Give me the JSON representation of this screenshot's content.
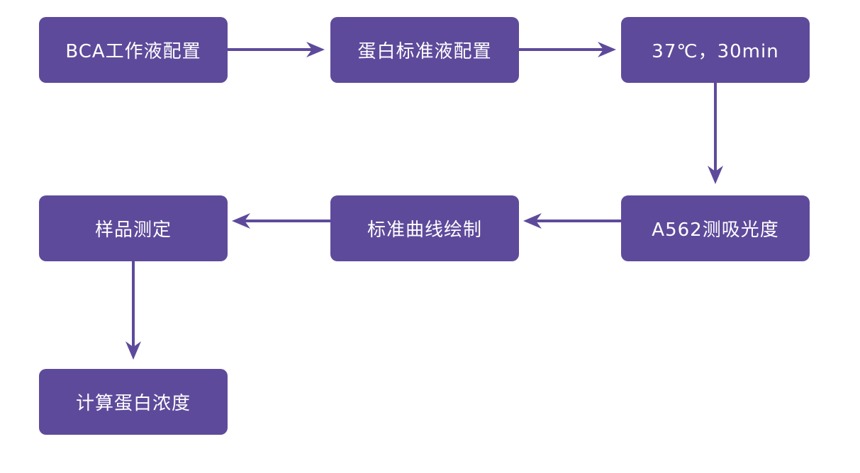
{
  "colors": {
    "box_fill": "#5e4a9b",
    "box_text": "#ffffff",
    "arrow": "#5e4a9b",
    "background": "#ffffff"
  },
  "nodes": [
    {
      "id": "n1",
      "label": "BCA工作液配置"
    },
    {
      "id": "n2",
      "label": "蛋白标准液配置"
    },
    {
      "id": "n3",
      "label": "37℃，30min"
    },
    {
      "id": "n4",
      "label": "A562测吸光度"
    },
    {
      "id": "n5",
      "label": "标准曲线绘制"
    },
    {
      "id": "n6",
      "label": "样品测定"
    },
    {
      "id": "n7",
      "label": "计算蛋白浓度"
    }
  ],
  "edges": [
    {
      "from": "n1",
      "to": "n2"
    },
    {
      "from": "n2",
      "to": "n3"
    },
    {
      "from": "n3",
      "to": "n4"
    },
    {
      "from": "n4",
      "to": "n5"
    },
    {
      "from": "n5",
      "to": "n6"
    },
    {
      "from": "n6",
      "to": "n7"
    }
  ]
}
